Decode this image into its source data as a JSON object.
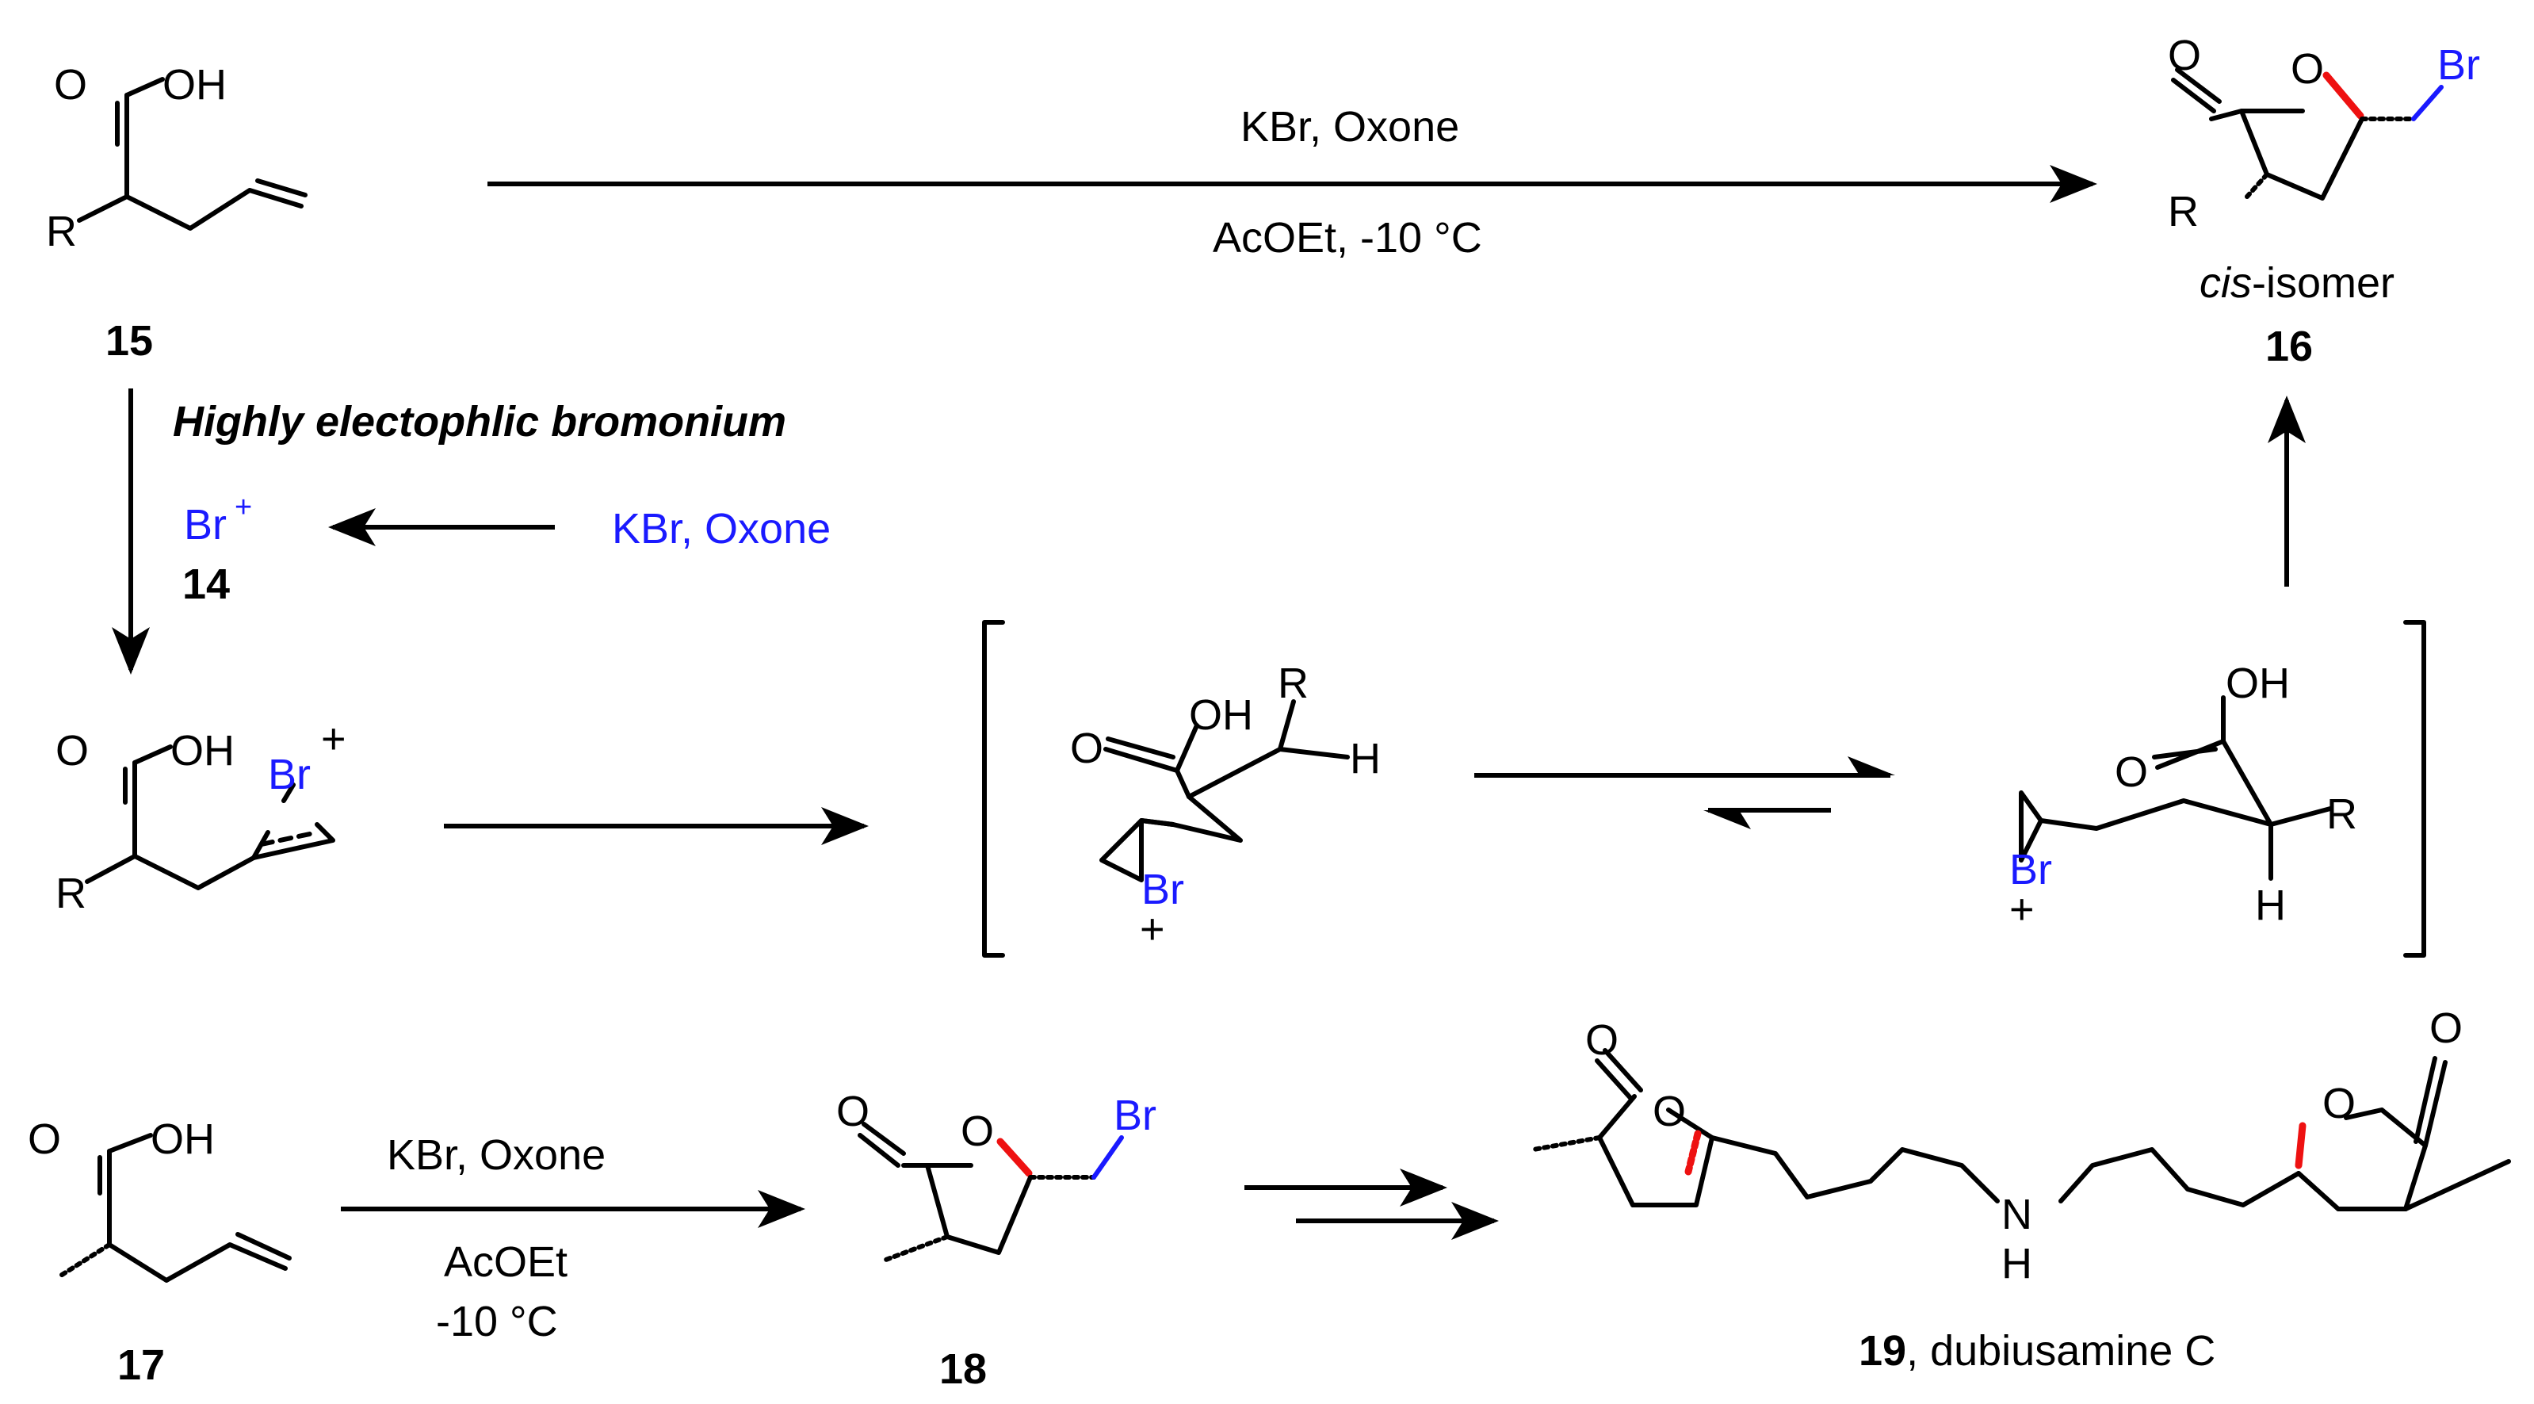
{
  "atoms": {
    "O": "O",
    "OH": "OH",
    "R": "R",
    "H": "H",
    "Br": "Br",
    "N": "N",
    "plus": "+",
    "Br_plus": "Br",
    "plus_sup": "+"
  },
  "compounds": {
    "c15": "15",
    "c14": "14",
    "c16": "16",
    "c17": "17",
    "c18": "18",
    "c19": "19"
  },
  "labels": {
    "cis_italic": "cis",
    "cis_rest": "-isomer",
    "dubiusamine": ", dubiusamine C",
    "bromonium_note": "Highly electophlic bromonium"
  },
  "conditions": {
    "top_reagent": "KBr, Oxone",
    "top_solvent": "AcOEt, -10 °C",
    "side_reagent": "KBr, Oxone",
    "bottom_reagent": "KBr, Oxone",
    "bottom_solvent": "AcOEt",
    "bottom_temp": "-10 °C"
  },
  "colors": {
    "bromine": "#1a1aff",
    "stereo_bond": "#ee1111",
    "ink": "#000000"
  }
}
